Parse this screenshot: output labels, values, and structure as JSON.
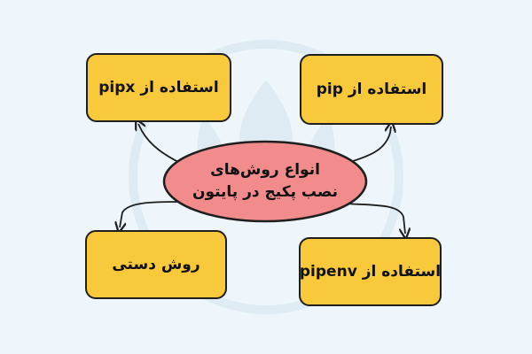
{
  "diagram": {
    "center": {
      "line1": "انواع روش‌های",
      "line2": "نصب پکیج در پایتون"
    },
    "nodes": {
      "pipx": "استفاده از  pipx",
      "pip": "استفاده از pip",
      "manual": "روش دستی",
      "pipenv": "استفاده از pipenv"
    },
    "colors": {
      "node_fill": "#f9c93c",
      "center_fill": "#f28b8b",
      "stroke": "#1f1f1f",
      "background": "#eef6fb"
    }
  }
}
